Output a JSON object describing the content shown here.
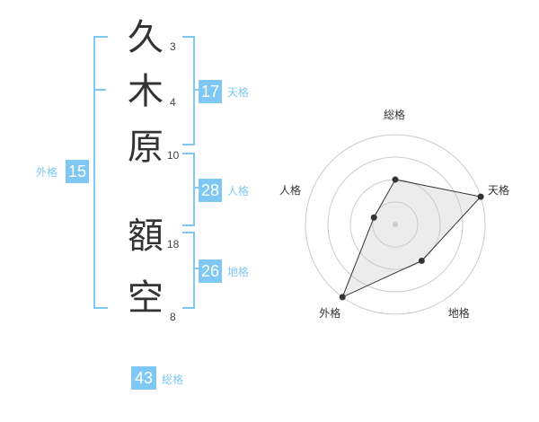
{
  "name": {
    "characters": [
      {
        "char": "久",
        "strokes": "3"
      },
      {
        "char": "木",
        "strokes": "4"
      },
      {
        "char": "原",
        "strokes": "10"
      },
      {
        "char": "額",
        "strokes": "18"
      },
      {
        "char": "空",
        "strokes": "8"
      }
    ]
  },
  "kakusu": {
    "tenkaku": {
      "value": "17",
      "label": "天格"
    },
    "jinkaku": {
      "value": "28",
      "label": "人格"
    },
    "chikaku": {
      "value": "26",
      "label": "地格"
    },
    "gaikaku": {
      "value": "15",
      "label": "外格"
    },
    "soukaku": {
      "value": "43",
      "label": "総格"
    }
  },
  "accent_color": "#7fc8f3",
  "chart_data": {
    "type": "radar",
    "axes": [
      "総格",
      "天格",
      "地格",
      "外格",
      "人格"
    ],
    "rings": 4,
    "values": [
      2,
      4,
      2,
      4,
      1
    ],
    "max": 4
  }
}
